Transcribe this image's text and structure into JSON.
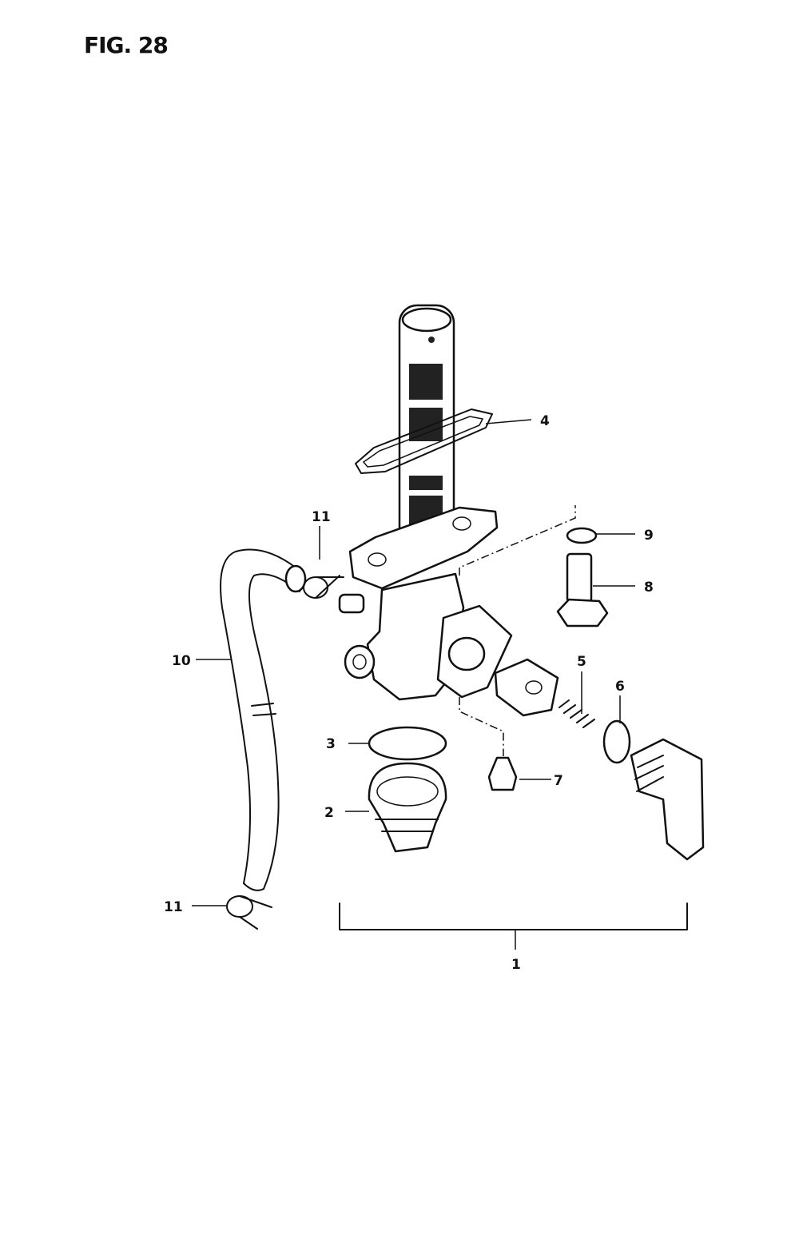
{
  "figure": {
    "title": "FIG. 28"
  },
  "callouts": {
    "c1": "1",
    "c2": "2",
    "c3": "3",
    "c4": "4",
    "c5": "5",
    "c6": "6",
    "c7": "7",
    "c8": "8",
    "c9": "9",
    "c10": "10",
    "c11_top": "11",
    "c11_bottom": "11"
  }
}
